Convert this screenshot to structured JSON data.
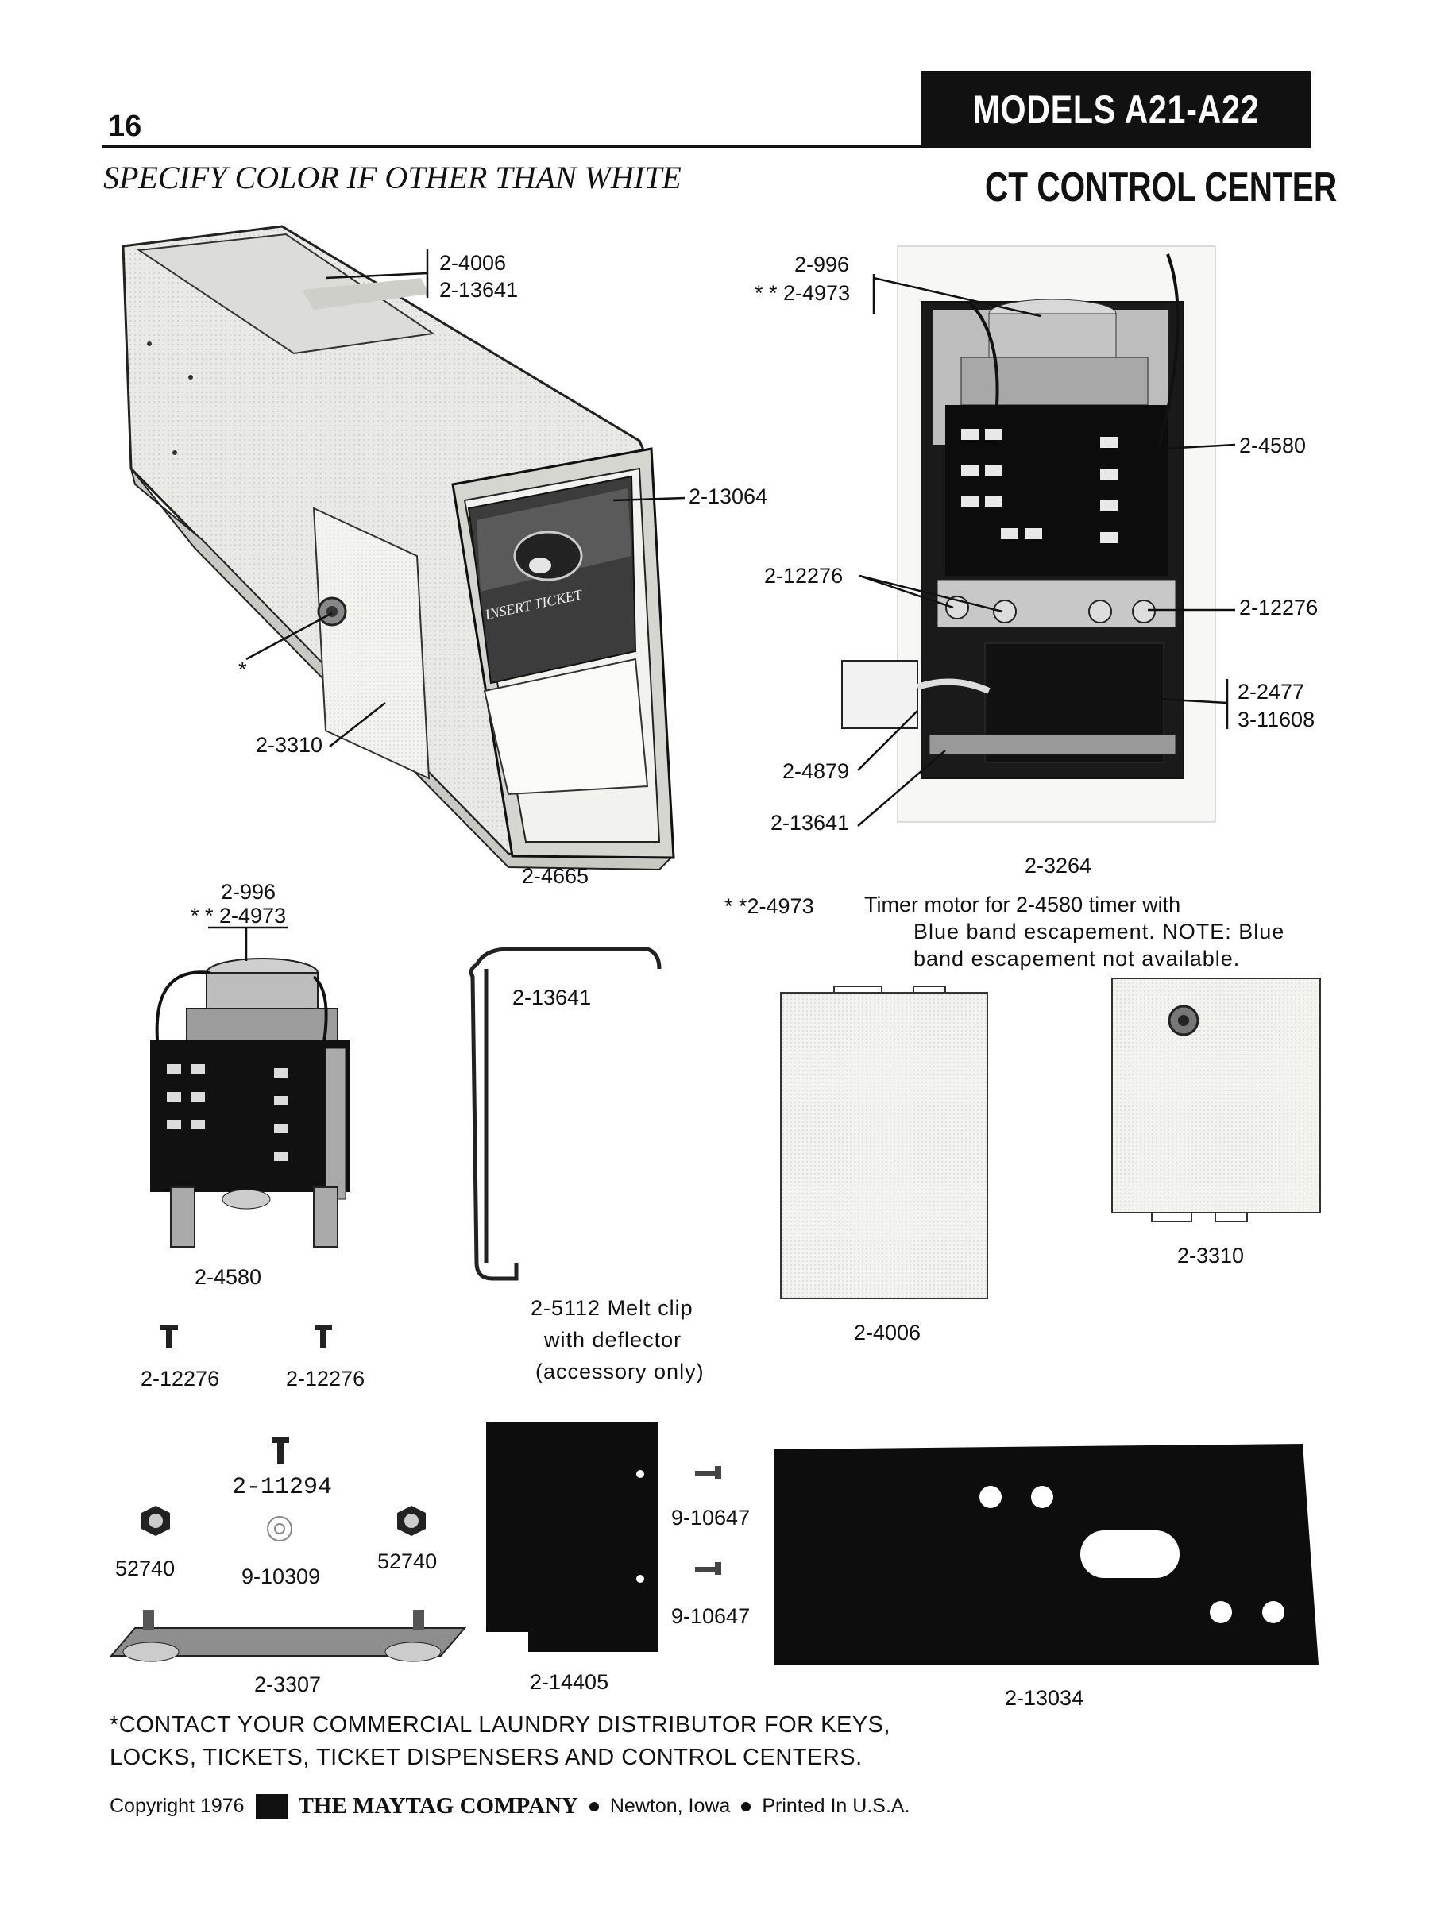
{
  "header": {
    "page_number": "16",
    "models_banner": "MODELS A21-A22",
    "specify_color": "SPECIFY COLOR IF OTHER THAN WHITE",
    "section_title": "CT CONTROL CENTER"
  },
  "callouts": {
    "cabinet_top_a": "2-4006",
    "cabinet_top_b": "2-13641",
    "cabinet_face": "2-13064",
    "cabinet_door": "2-3310",
    "cabinet_star": "*",
    "cabinet_bottom": "2-4665",
    "timer_top_a": "2-996",
    "timer_top_b": "* * 2-4973",
    "timer_right": "2-4580",
    "screw_left": "2-12276",
    "screw_right": "2-12276",
    "bracket_a": "2-2477",
    "bracket_b": "3-11608",
    "connector": "2-4879",
    "wire_clip": "2-13641",
    "panel_assembly": "2-3264"
  },
  "timer_note": {
    "part": "* *2-4973",
    "line1": "Timer motor for 2-4580 timer with",
    "line2": "Blue band escapement. NOTE: Blue",
    "line3": "band escapement not available."
  },
  "loose_parts": {
    "timer_top_a": "2-996",
    "timer_top_b": "* * 2-4973",
    "timer_assembly": "2-4580",
    "screw_a": "2-12276",
    "screw_b": "2-12276",
    "clip": "2-13641",
    "melt_clip_line1": "2-5112 Melt clip",
    "melt_clip_line2": "with deflector",
    "melt_clip_line3": "(accessory only)",
    "cover_plate": "2-4006",
    "door_plate": "2-3310",
    "bolt": "2-11294",
    "nut_left": "52740",
    "nut_right": "52740",
    "washer": "9-10309",
    "bar": "2-3307",
    "black_panel": "2-14405",
    "rivet_a": "9-10647",
    "rivet_b": "9-10647",
    "black_plate": "2-13034"
  },
  "footnote": {
    "line1": "*CONTACT YOUR COMMERCIAL LAUNDRY DISTRIBUTOR FOR KEYS,",
    "line2": "LOCKS, TICKETS, TICKET DISPENSERS AND CONTROL CENTERS."
  },
  "footer": {
    "copyright": "Copyright 1976",
    "company": "THE MAYTAG COMPANY",
    "city": "Newton, Iowa",
    "printed": "Printed In U.S.A."
  },
  "cabinet_face_text": "INSERT TICKET"
}
